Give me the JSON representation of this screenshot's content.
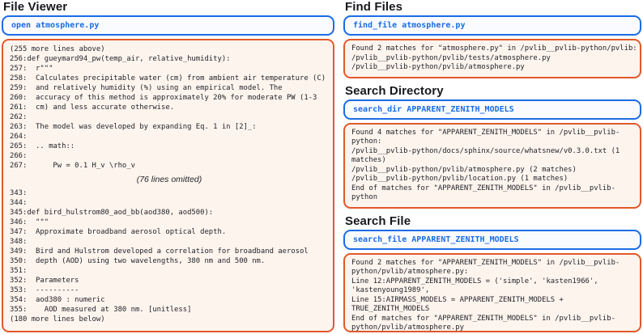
{
  "colors": {
    "command_accent": "#1b6ce4",
    "output_accent": "#e0592b",
    "output_background": "#fdf4ee",
    "text": "#1f2125"
  },
  "panels": {
    "file_viewer": {
      "title": "File Viewer",
      "command": "open atmosphere.py",
      "output_top": "(255 more lines above)\n256:def gueymard94_pw(temp_air, relative_humidity):\n257:  r\"\"\"\n258:  Calculates precipitable water (cm) from ambient air temperature (C)\n259:  and relatively humidity (%) using an empirical model. The\n260:  accuracy of this method is approximately 20% for moderate PW (1-3\n261:  cm) and less accurate otherwise.\n262:\n263:  The model was developed by expanding Eq. 1 in [2]_:\n264:\n265:  .. math::\n266:\n267:      Pw = 0.1 H_v \\rho_v",
      "omitted_note": "(76 lines omitted)",
      "output_bottom": "343:\n344:\n345:def bird_hulstrom80_aod_bb(aod380, aod500):\n346:  \"\"\"\n347:  Approximate broadband aerosol optical depth.\n348:\n349:  Bird and Hulstrom developed a correlation for broadband aerosol\n350:  depth (AOD) using two wavelengths, 380 nm and 500 nm.\n351:\n352:  Parameters\n353:  ----------\n354:  aod380 : numeric\n355:    AOD measured at 380 nm. [unitless]\n(180 more lines below)"
    },
    "find_files": {
      "title": "Find Files",
      "command": "find_file atmosphere.py",
      "output": "Found 2 matches for \"atmosphere.py\" in /pvlib__pvlib-python/pvlib:\n/pvlib__pvlib-python/pvlib/tests/atmosphere.py\n/pvlib__pvlib-python/pvlib/atmosphere.py"
    },
    "search_directory": {
      "title": "Search Directory",
      "command": "search_dir APPARENT_ZENITH_MODELS",
      "output": "Found 4 matches for \"APPARENT_ZENITH_MODELS\" in /pvlib__pvlib-\npython:\n/pvlib__pvlib-python/docs/sphinx/source/whatsnew/v0.3.0.txt (1\nmatches)\n/pvlib__pvlib-python/pvlib/atmosphere.py (2 matches)\n/pvlib__pvlib-python/pvlib/location.py (1 matches)\nEnd of matches for \"APPARENT_ZENITH_MODELS\" in /pvlib__pvlib-\npython"
    },
    "search_file": {
      "title": "Search File",
      "command": "search_file APPARENT_ZENITH_MODELS",
      "output": "Found 2 matches for \"APPARENT_ZENITH_MODELS\" in /pvlib__pvlib-\npython/pvlib/atmosphere.py:\nLine 12:APPARENT_ZENITH_MODELS = ('simple', 'kasten1966',\n'kastenyoung1989',\nLine 15:AIRMASS_MODELS = APPARENT_ZENITH_MODELS +\nTRUE_ZENITH_MODELS\nEnd of matches for \"APPARENT_ZENITH_MODELS\" in /pvlib__pvlib-\npython/pvlib/atmosphere.py"
    }
  }
}
